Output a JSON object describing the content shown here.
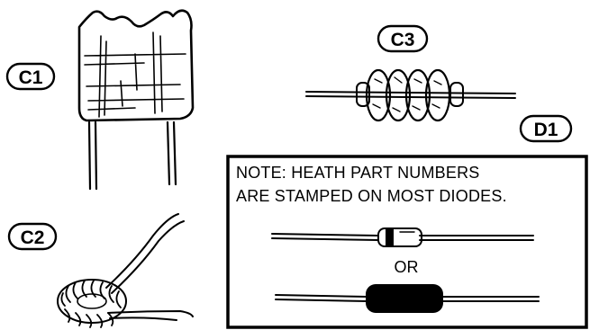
{
  "labels": {
    "c1": "C1",
    "c2": "C2",
    "c3": "C3",
    "d1": "D1"
  },
  "note": {
    "line1": "NOTE:  HEATH PART NUMBERS",
    "line2": "ARE STAMPED ON MOST DIODES.",
    "or": "OR"
  },
  "colors": {
    "ink": "#000000",
    "paper": "#ffffff"
  }
}
